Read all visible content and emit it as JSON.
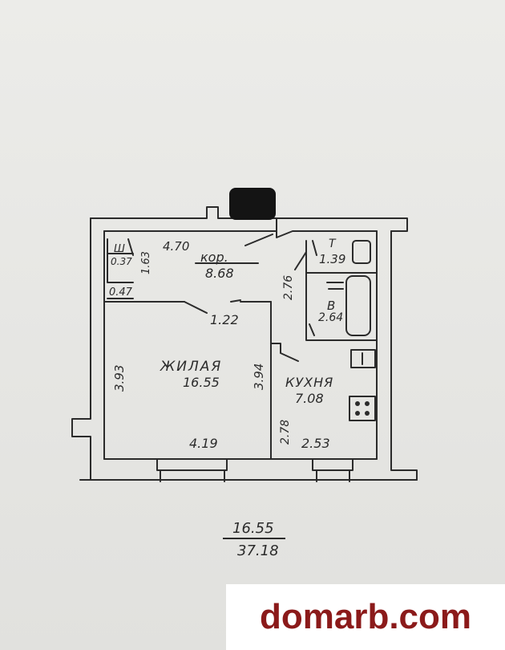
{
  "rooms": {
    "corridor": {
      "name": "кор.",
      "area": "8.68",
      "length": "4.70"
    },
    "wc": {
      "name": "Ш",
      "area": "0.37",
      "width": "1.63"
    },
    "closet": {
      "area": "0.47"
    },
    "toilet": {
      "name": "Т",
      "area": "1.39",
      "width": "2.76"
    },
    "bathroom": {
      "name": "В",
      "area": "2.64"
    },
    "living": {
      "name": "ЖИЛАЯ",
      "area": "16.55",
      "height": "3.93",
      "width": "4.19",
      "door": "1.22"
    },
    "kitchen": {
      "name": "КУХНЯ",
      "area": "7.08",
      "height": "3.94",
      "width": "2.53",
      "side": "2.78"
    }
  },
  "totals": {
    "living": "16.55",
    "total": "37.18"
  },
  "watermark": {
    "text": "domarb.com"
  },
  "colors": {
    "ink": "#2b2b2b",
    "paper": "#e9e9e7",
    "watermark": "#8b1a1a",
    "redaction": "#141414"
  }
}
